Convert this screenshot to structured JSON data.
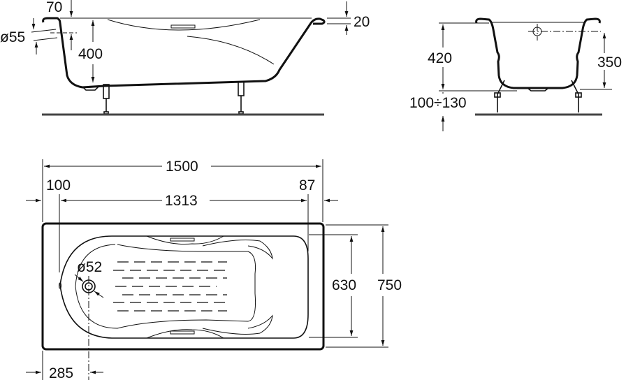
{
  "title": "Bathtub dimension drawing",
  "side_view": {
    "rim_offset": "70",
    "overflow_diameter": "ø55",
    "overflow_height": "400",
    "rim_thickness": "20"
  },
  "end_view": {
    "total_height": "420",
    "inner_depth": "350",
    "leg_height": "100÷130"
  },
  "top_view": {
    "overall_length": "1500",
    "inner_length": "1313",
    "left_offset": "100",
    "right_offset": "87",
    "inner_width": "630",
    "overall_width": "750",
    "drain_diameter": "ø52",
    "drain_offset": "285"
  }
}
